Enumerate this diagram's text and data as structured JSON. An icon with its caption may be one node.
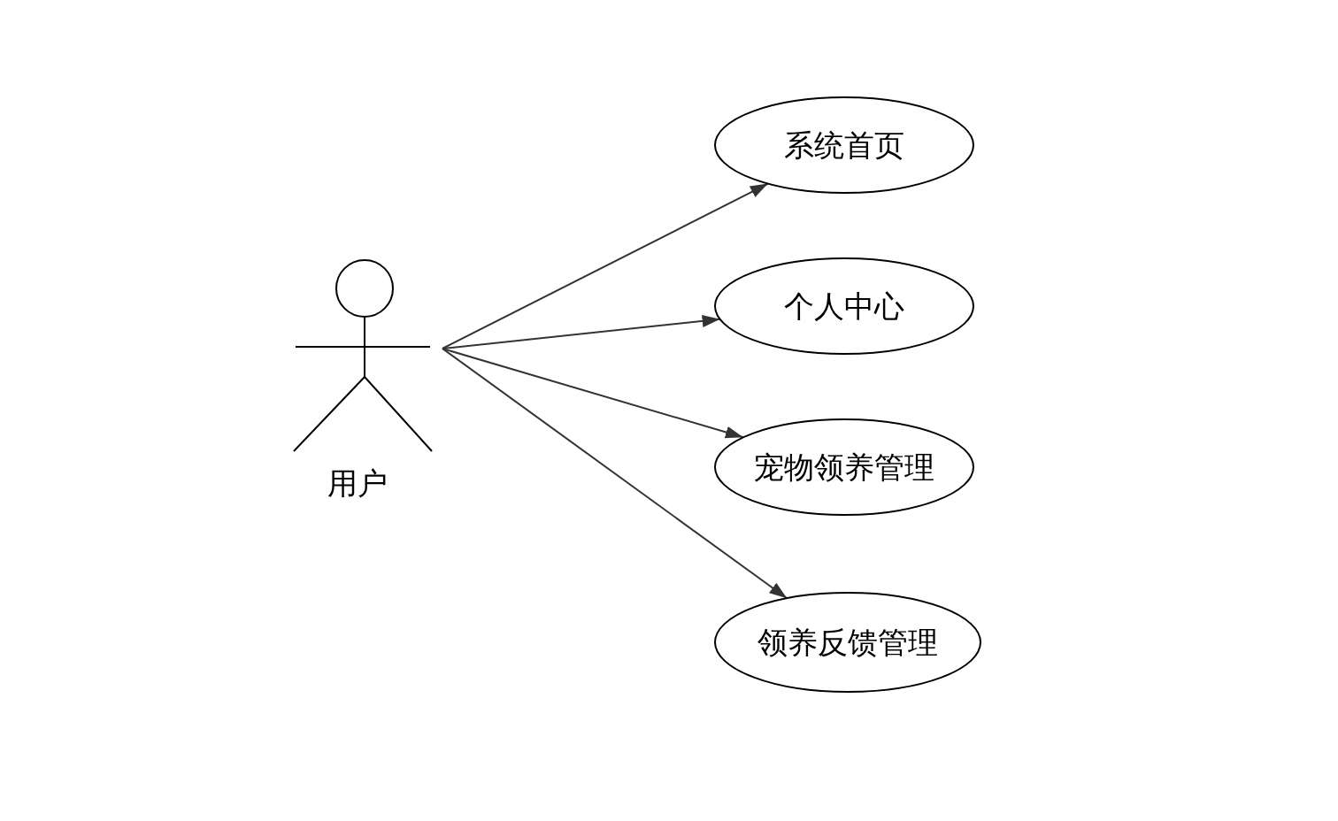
{
  "diagram": {
    "nodes": [
      {
        "text": [
          "用户"
        ]
      },
      {
        "text": [
          "系统首页"
        ]
      },
      {
        "text": [
          "个人中心"
        ]
      },
      {
        "text": [
          "宠物领养管理"
        ]
      },
      {
        "text": [
          "领养反馈管理"
        ]
      }
    ],
    "edges": [
      {
        "from": 0,
        "to": 1,
        "arrow": "to"
      },
      {
        "from": 0,
        "to": 2,
        "arrow": "to"
      },
      {
        "from": 0,
        "to": 3,
        "arrow": "to"
      },
      {
        "from": 0,
        "to": 4,
        "arrow": "to"
      }
    ]
  }
}
